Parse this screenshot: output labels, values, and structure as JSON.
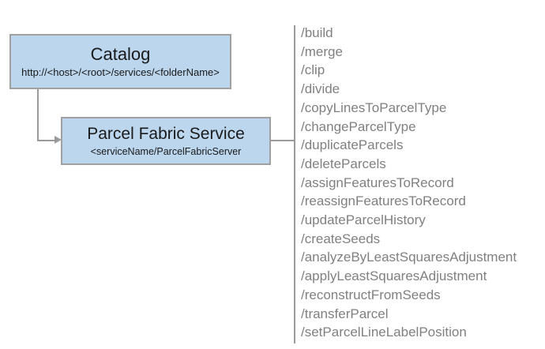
{
  "diagram": {
    "nodes": [
      {
        "id": "catalog",
        "title": "Catalog",
        "subtitle": "http://<host>/<root>/services/<folderName>"
      },
      {
        "id": "parcel-fabric-service",
        "title": "Parcel Fabric Service",
        "subtitle": "<serviceName/ParcelFabricServer"
      }
    ],
    "operations": [
      "/build",
      "/merge",
      "/clip",
      "/divide",
      "/copyLinesToParcelType",
      "/changeParcelType",
      "/duplicateParcels",
      "/deleteParcels",
      "/assignFeaturesToRecord",
      "/reassignFeaturesToRecord",
      "/updateParcelHistory",
      "/createSeeds",
      "/analyzeByLeastSquaresAdjustment",
      "/applyLeastSquaresAdjustment",
      "/reconstructFromSeeds",
      "/transferParcel",
      "/setParcelLineLabelPosition"
    ],
    "colors": {
      "node_fill": "#bcd6ee",
      "node_border": "#a0a0a0",
      "connector": "#9a9a9a",
      "operation_text": "#808080",
      "node_text": "#1a1a1a",
      "background": "#ffffff"
    }
  }
}
